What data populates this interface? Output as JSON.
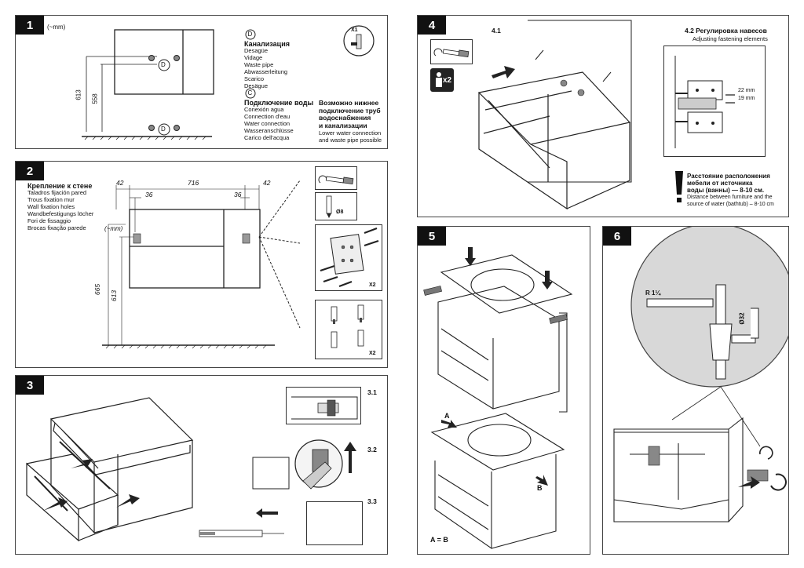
{
  "panels": {
    "p1": {
      "number": "1",
      "approx": "(~mm)",
      "dim_outer": "613",
      "dim_inner": "558",
      "d_symbol": "D",
      "c_symbol": "C",
      "sewerage_title": "Канализация",
      "sewerage_list": [
        "Desagüe",
        "Vidage",
        "Waste pipe",
        "Abwasserleitung",
        "Scarico",
        "Desägue"
      ],
      "water_title": "Подключение воды",
      "water_list": [
        "Conexión agua",
        "Connection d'eau",
        "Water connection",
        "Wasseranschlüsse",
        "Carico dell'acqua"
      ],
      "note_ru": [
        "Возможно нижнее",
        "подключение труб",
        "водоснабжения",
        "и канализации"
      ],
      "note_en": [
        "Lower water connection",
        "and waste pipe possible"
      ],
      "x1": "X1"
    },
    "p2": {
      "number": "2",
      "title": "Крепление к стене",
      "list": [
        "Taladros fijación pared",
        "Trous fixation mur",
        "Wall fixation holes",
        "Wandbefestigungs löcher",
        "Fori de fissaggio",
        "Brocas fixação parede"
      ],
      "dim_left": "42",
      "dim_mid": "716",
      "dim_right": "42",
      "dim_in_left": "36",
      "dim_in_right": "36",
      "approx": "(~mm)",
      "dim_665": "665",
      "dim_613": "613",
      "drill": "Ø8",
      "x2a": "X2",
      "x2b": "X2"
    },
    "p3": {
      "number": "3",
      "s31": "3.1",
      "s32": "3.2",
      "s33": "3.3"
    },
    "p4": {
      "number": "4",
      "s41": "4.1",
      "x2": "x2",
      "s42_title": "4.2 Регулировка навесов",
      "s42_sub": "Adjusting fastening elements",
      "mm22": "22 mm",
      "mm19": "19 mm",
      "warn_ru": [
        "Расстояние расположения",
        "мебели от источника",
        "воды (ванны) — 8-10 см."
      ],
      "warn_en": [
        "Distance between furniture and the",
        "source of water (bathtub) – 8-10 cm"
      ]
    },
    "p5": {
      "number": "5",
      "label_a": "A",
      "label_b": "B",
      "equation": "A = B"
    },
    "p6": {
      "number": "6",
      "thread": "R 1¼",
      "diameter": "Ø32"
    }
  },
  "colors": {
    "border": "#444444",
    "dark": "#111111",
    "light": "#bbbbbb"
  }
}
